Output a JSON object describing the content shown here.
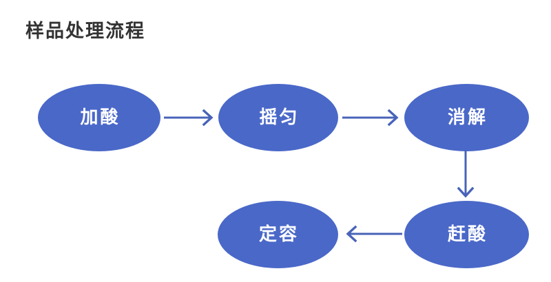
{
  "page": {
    "title": "样品处理流程",
    "background_color": "#ffffff",
    "title_color": "#333333"
  },
  "theme": {
    "node_fill": "#4a68c8",
    "node_text_color": "#ffffff",
    "arrow_color": "#4863b8"
  },
  "flowchart": {
    "type": "process-flow",
    "nodes": [
      {
        "id": "add-acid",
        "label": "加酸",
        "shape": "ellipse",
        "row": 1,
        "column": 1
      },
      {
        "id": "shake",
        "label": "摇匀",
        "shape": "ellipse",
        "row": 1,
        "column": 2
      },
      {
        "id": "digest",
        "label": "消解",
        "shape": "ellipse",
        "row": 1,
        "column": 3
      },
      {
        "id": "dilute",
        "label": "定容",
        "shape": "ellipse",
        "row": 2,
        "column": 2
      },
      {
        "id": "remove-acid",
        "label": "赶酸",
        "shape": "ellipse",
        "row": 2,
        "column": 3
      }
    ],
    "edges": [
      {
        "from": "add-acid",
        "to": "shake",
        "direction": "right",
        "label": ""
      },
      {
        "from": "shake",
        "to": "digest",
        "direction": "right",
        "label": ""
      },
      {
        "from": "digest",
        "to": "remove-acid",
        "direction": "down",
        "label": ""
      },
      {
        "from": "remove-acid",
        "to": "dilute",
        "direction": "left",
        "label": ""
      }
    ]
  }
}
